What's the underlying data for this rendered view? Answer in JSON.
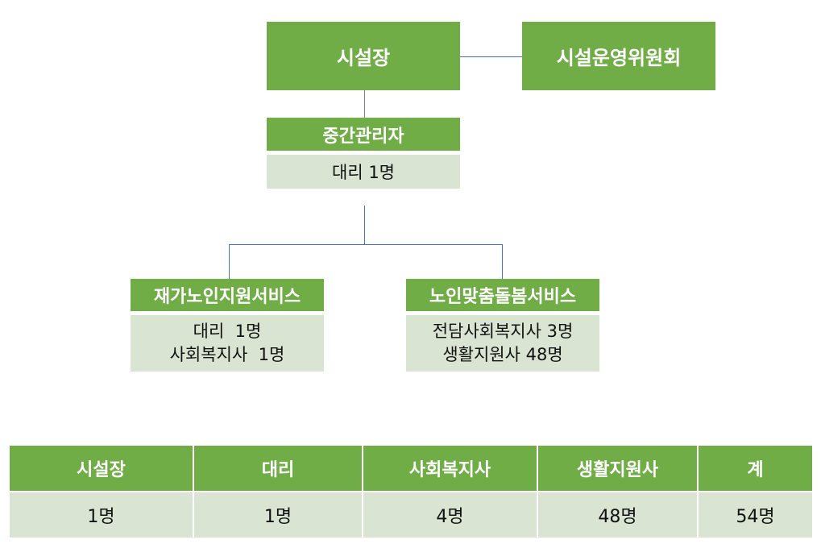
{
  "chart": {
    "head": "시설장",
    "committee": "시설운영위원회",
    "middle_manager": {
      "title": "중간관리자",
      "staff": "대리 1명"
    },
    "departments": [
      {
        "title": "재가노인지원서비스",
        "staff": [
          "대리  1명",
          "사회복지사  1명"
        ]
      },
      {
        "title": "노인맞춤돌봄서비스",
        "staff": [
          "전담사회복지사 3명",
          "생활지원사 48명"
        ]
      }
    ]
  },
  "table": {
    "headers": [
      "시설장",
      "대리",
      "사회복지사",
      "생활지원사",
      "계"
    ],
    "values": [
      "1명",
      "1명",
      "4명",
      "48명",
      "54명"
    ]
  },
  "colors": {
    "green": "#70ad47",
    "light": "#d9e5d2",
    "line": "#4472c4"
  }
}
